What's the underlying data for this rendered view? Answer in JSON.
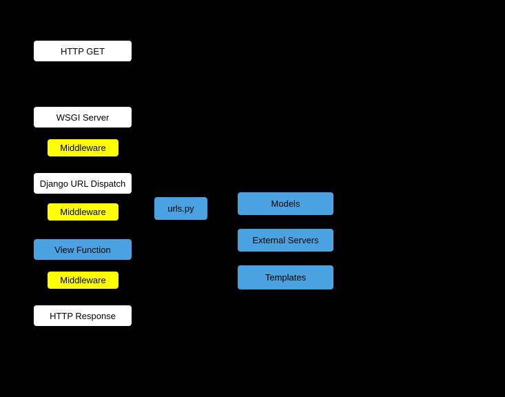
{
  "colors": {
    "background": "#000000",
    "white": "#ffffff",
    "yellow": "#ffff00",
    "blue": "#4aa3e0",
    "text": "#000000"
  },
  "nodes": {
    "http_get": {
      "label": "HTTP GET"
    },
    "wsgi_server": {
      "label": "WSGI Server"
    },
    "middleware_1": {
      "label": "Middleware"
    },
    "url_dispatch": {
      "label": "Django URL Dispatch"
    },
    "middleware_2": {
      "label": "Middleware"
    },
    "view_function": {
      "label": "View Function"
    },
    "middleware_3": {
      "label": "Middleware"
    },
    "http_response": {
      "label": "HTTP Response"
    },
    "urls_py": {
      "label": "urls.py"
    },
    "models": {
      "label": "Models"
    },
    "external_servers": {
      "label": "External Servers"
    },
    "templates": {
      "label": "Templates"
    }
  }
}
